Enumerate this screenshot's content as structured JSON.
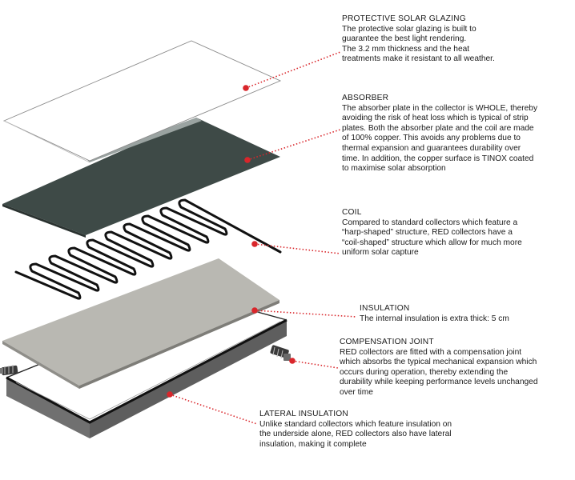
{
  "colors": {
    "leader": "#d9262b",
    "absorber": "#3e4a47",
    "insulation": "#b9b8b2",
    "frame_side": "#6c6c6c",
    "coil": "#111111"
  },
  "callouts": {
    "glazing": {
      "title": "PROTECTIVE SOLAR GLAZING",
      "lines": [
        "The protective solar glazing is built to",
        "guarantee the best light rendering.",
        "The 3.2 mm thickness and the heat",
        "treatments make it resistant to all weather."
      ]
    },
    "absorber": {
      "title": "ABSORBER",
      "lines": [
        "The absorber plate in the collector is WHOLE, thereby",
        "avoiding the risk of heat loss which is typical of strip",
        "plates. Both the absorber plate and the coil are made",
        "of 100% copper. This avoids any problems due to",
        "thermal expansion and guarantees durability over",
        "time. In addition, the copper surface is TINOX coated",
        "to maximise solar absorption"
      ]
    },
    "coil": {
      "title": "COIL",
      "lines": [
        "Compared to standard collectors which feature a",
        "“harp-shaped” structure, RED collectors have a",
        "“coil-shaped” structure which allow for much more",
        "uniform solar capture"
      ]
    },
    "insulation": {
      "title": "INSULATION",
      "lines": [
        "The internal insulation is extra thick: 5 cm"
      ]
    },
    "joint": {
      "title": "COMPENSATION JOINT",
      "lines": [
        "RED collectors are fitted with a compensation joint",
        "which absorbs the typical mechanical expansion which",
        "occurs during operation, thereby extending the",
        "durability while keeping performance levels unchanged",
        "over time"
      ]
    },
    "lateral": {
      "title": "LATERAL INSULATION",
      "lines": [
        "Unlike standard collectors which feature insulation on",
        "the underside alone, RED collectors also have lateral",
        "insulation, making it complete"
      ]
    }
  }
}
